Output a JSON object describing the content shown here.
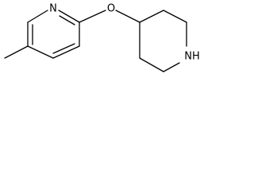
{
  "diagram": {
    "type": "chemical-structure",
    "atoms": {
      "pyridine_n": "N",
      "ether_o": "O",
      "piperidine_nh": "NH"
    },
    "colors": {
      "bond": "#000000",
      "label": "#000000",
      "background": "#ffffff"
    }
  }
}
